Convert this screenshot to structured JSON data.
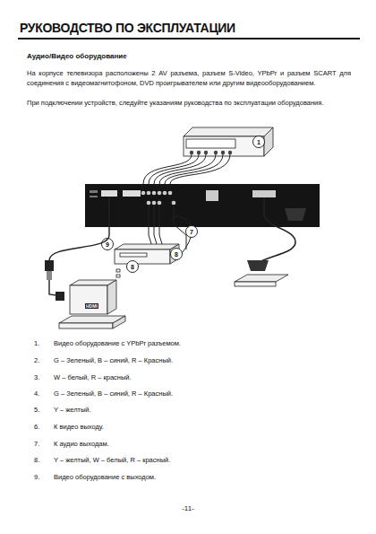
{
  "diagram": {
    "title": "РУКОВОДСТВО ПО ЭКСПЛУАТАЦИИ",
    "labels": [
      "Аудио/Видео оборудование",
      "На корпусе телевизора расположены 2 AV разъема, разъем S-Video, YPbPr и разъем SCART для соединения с видеомагнитофоном, DVD проигрывателем или другим видеооборудованием.",
      "При подключении устройств, следуйте указаниям руководства по эксплуатации оборудования.",
      "1",
      "7",
      "9",
      "8",
      "8",
      "HDMI",
      "1.",
      "Видео оборудование с YPbPr разъемом.",
      "2.",
      "G – Зеленый, B – синий, R – Красный.",
      "3.",
      "W – белый, R – красный.",
      "4.",
      "G – Зеленый, B – синий, R – Красный.",
      "5.",
      "Y – желтый.",
      "6.",
      "К видео выходу.",
      "7.",
      "К аудио выходам.",
      "8.",
      "Y – желтый, W – белый, R – красный.",
      "9.",
      "Видео оборудование с выходом.",
      "-11-"
    ]
  }
}
